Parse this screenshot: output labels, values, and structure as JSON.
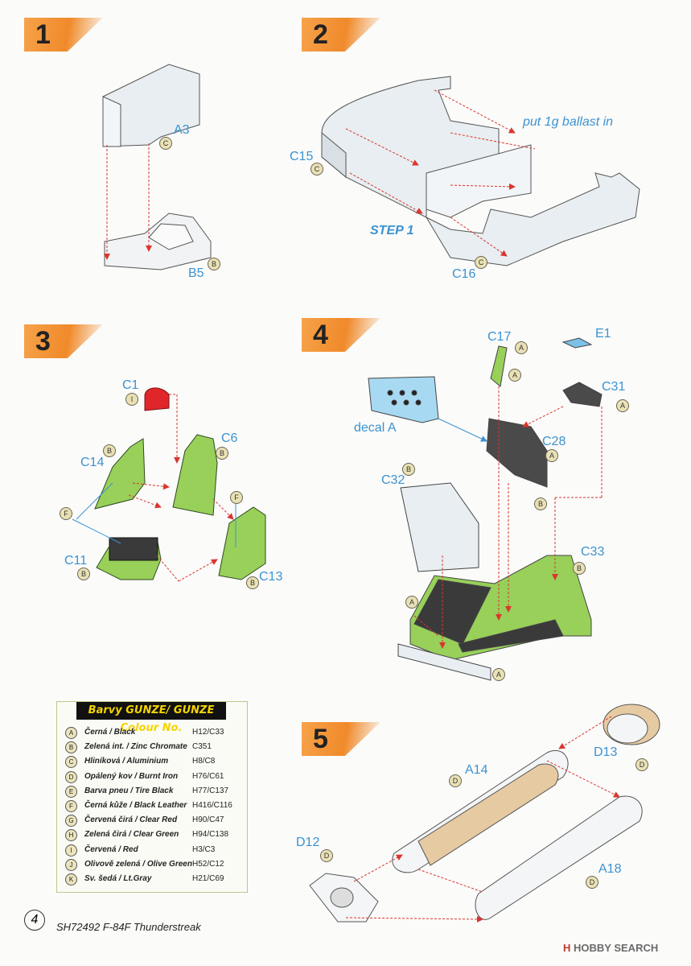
{
  "steps": {
    "s1": {
      "number": "1",
      "labels": {
        "a3": "A3",
        "b5": "B5"
      },
      "codes": {
        "a3": "C",
        "b5": "B"
      }
    },
    "s2": {
      "number": "2",
      "labels": {
        "c15": "C15",
        "c16": "C16",
        "note": "put 1g ballast in",
        "step_ref": "STEP 1"
      },
      "codes": {
        "c15": "C",
        "c16": "C"
      }
    },
    "s3": {
      "number": "3",
      "labels": {
        "c1": "C1",
        "c6": "C6",
        "c14": "C14",
        "c11": "C11",
        "c13": "C13"
      },
      "codes": {
        "c1": "I",
        "c6": "B",
        "c14": "B",
        "c11": "B",
        "c13": "B",
        "f1": "F",
        "f2": "F"
      }
    },
    "s4": {
      "number": "4",
      "labels": {
        "c17": "C17",
        "e1": "E1",
        "c31": "C31",
        "decal": "decal A",
        "c28": "C28",
        "c32": "C32",
        "c33": "C33"
      },
      "codes": {
        "c17a": "A",
        "c17b": "A",
        "c31": "A",
        "c28": "A",
        "c28b": "B",
        "c32": "B",
        "c33": "B",
        "a1": "A",
        "a2": "A"
      }
    },
    "s5": {
      "number": "5",
      "labels": {
        "a14": "A14",
        "d13": "D13",
        "d12": "D12",
        "a18": "A18"
      },
      "codes": {
        "a14": "D",
        "d13": "D",
        "d12": "D",
        "a18": "D"
      }
    }
  },
  "legend": {
    "title": "Barvy GUNZE/ GUNZE Colour No.",
    "rows": [
      {
        "code": "A",
        "name": "Černá / Black",
        "gunze": "H12/C33"
      },
      {
        "code": "B",
        "name": "Zelená int. / Zinc Chromate",
        "gunze": "C351"
      },
      {
        "code": "C",
        "name": "Hliníková / Aluminium",
        "gunze": "H8/C8"
      },
      {
        "code": "D",
        "name": "Opálený kov / Burnt Iron",
        "gunze": "H76/C61"
      },
      {
        "code": "E",
        "name": "Barva pneu / Tire Black",
        "gunze": "H77/C137"
      },
      {
        "code": "F",
        "name": "Černá kůže / Black Leather",
        "gunze": "H416/C116"
      },
      {
        "code": "G",
        "name": "Červená čirá / Clear Red",
        "gunze": "H90/C47"
      },
      {
        "code": "H",
        "name": "Zelená čirá / Clear Green",
        "gunze": "H94/C138"
      },
      {
        "code": "I",
        "name": "Červená / Red",
        "gunze": "H3/C3"
      },
      {
        "code": "J",
        "name": "Olivově zelená / Olive Green",
        "gunze": "H52/C12"
      },
      {
        "code": "K",
        "name": "Sv. šedá / Lt.Gray",
        "gunze": "H21/C69"
      }
    ]
  },
  "footer": {
    "page": "4",
    "title": "SH72492  F-84F Thunderstreak"
  },
  "watermark": {
    "mark": "H",
    "text": "HOBBY SEARCH"
  },
  "colors": {
    "accent_orange": "#f08a2a",
    "label_blue": "#3b93d1",
    "arrow_red": "#d9362f",
    "part_green": "#98d05a",
    "part_grey": "#e8eef1",
    "legend_border": "#b9c98b"
  }
}
